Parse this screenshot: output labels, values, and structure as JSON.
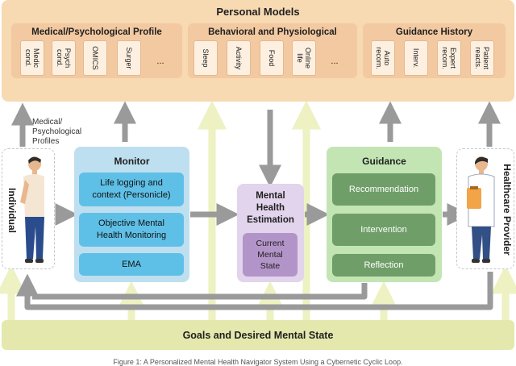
{
  "personal_models": {
    "title": "Personal Models",
    "groups": [
      {
        "title": "Medical/Psychological Profile",
        "items": [
          "Medic\ncond.",
          "Psych\ncond.",
          "OMICS",
          "Surger",
          "..."
        ]
      },
      {
        "title": "Behavioral and Physiological",
        "items": [
          "Sleep",
          "Activity",
          "Food",
          "Online\nlife",
          "..."
        ]
      },
      {
        "title": "Guidance History",
        "items": [
          "Auto\nrecom.",
          "Interv.",
          "Expert\nrecom.",
          "Patient\nreacts."
        ]
      }
    ]
  },
  "annotation": "Medical/\nPsychological\nProfiles",
  "individual": {
    "label": "Individual"
  },
  "healthcare_provider": {
    "label": "Healthcare Provider"
  },
  "monitor": {
    "title": "Monitor",
    "items": [
      "Life logging and\ncontext (Personicle)",
      "Objective Mental\nHealth Monitoring",
      "EMA"
    ]
  },
  "mental_health_estimation": {
    "title": "Mental\nHealth\nEstimation",
    "state": "Current\nMental\nState"
  },
  "guidance": {
    "title": "Guidance",
    "items": [
      "Recommendation",
      "Intervention",
      "Reflection"
    ]
  },
  "goals": {
    "label": "Goals and Desired Mental State"
  },
  "caption": "Figure 1: A Personalized Mental Health Navigator System Using a Cybernetic Cyclic Loop.",
  "colors": {
    "personal_models": "#f7d9b2",
    "monitor_box": "#5fc0e7",
    "mhe_state": "#b394c8",
    "guidance_box": "#6f9e68",
    "goals": "#e4e8ad",
    "arrow_gray": "#9a9a9a",
    "arrow_yellow": "#eef1c1"
  }
}
